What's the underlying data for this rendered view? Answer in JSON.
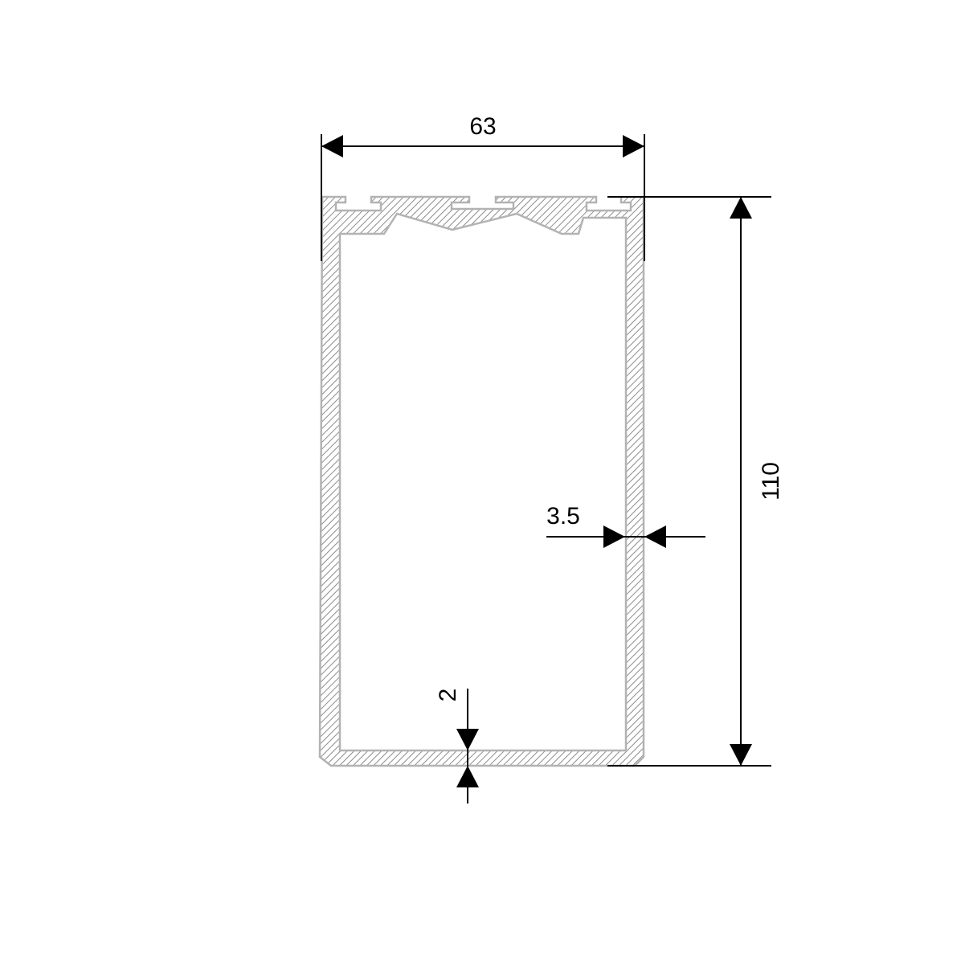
{
  "drawing": {
    "dimensions": {
      "width_label": "63",
      "height_label": "110",
      "side_wall_label": "3.5",
      "bottom_wall_label": "2"
    },
    "colors": {
      "profile_outline": "#b3b3b3",
      "hatch": "#8c8c8c",
      "dimension": "#000000",
      "background": "#ffffff"
    }
  }
}
